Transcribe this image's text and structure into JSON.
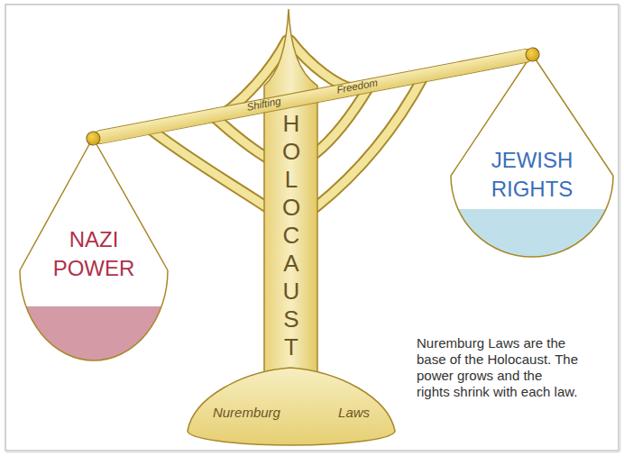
{
  "diagram": {
    "nodes": [
      {
        "text": [
          "Shifting Freedom"
        ]
      },
      {
        "text": [
          "HOLOCAUST"
        ]
      },
      {
        "text": [
          "NAZI POWER"
        ]
      },
      {
        "text": [
          "JEWISH RIGHTS"
        ]
      },
      {
        "text": [
          "Nuremburg Laws"
        ]
      }
    ],
    "labels": [
      "Nuremburg Laws are the base of the Holocaust. The power grows and the rights shrink with each law."
    ]
  }
}
